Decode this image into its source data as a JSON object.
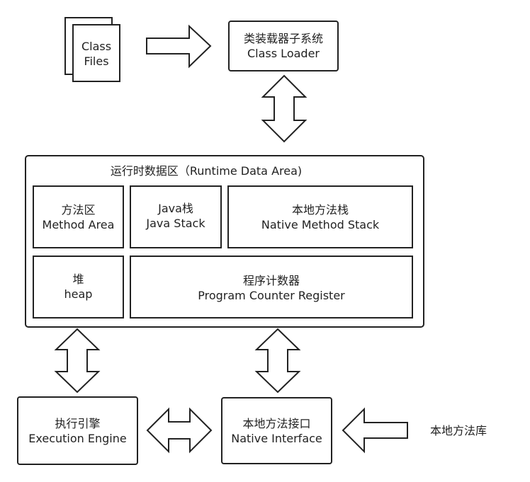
{
  "class_files": {
    "line1": "Class",
    "line2": "Files"
  },
  "class_loader": {
    "line1": "类装载器子系统",
    "line2": "Class Loader"
  },
  "runtime_area": {
    "title": "运行时数据区（Runtime Data Area)"
  },
  "method_area": {
    "line1": "方法区",
    "line2": "Method Area"
  },
  "java_stack": {
    "line1": "Java栈",
    "line2": "Java Stack"
  },
  "native_method_stack": {
    "line1": "本地方法栈",
    "line2": "Native Method Stack"
  },
  "heap": {
    "line1": "堆",
    "line2": "heap"
  },
  "program_counter": {
    "line1": "程序计数器",
    "line2": "Program Counter Register"
  },
  "execution_engine": {
    "line1": "执行引擎",
    "line2": "Execution Engine"
  },
  "native_interface": {
    "line1": "本地方法接口",
    "line2": "Native Interface"
  },
  "native_library": {
    "label": "本地方法库"
  }
}
